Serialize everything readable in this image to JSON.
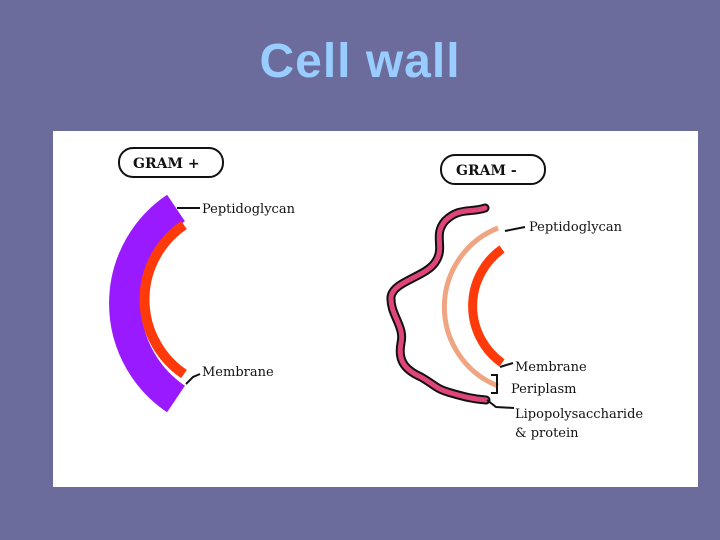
{
  "slide": {
    "title": "Cell wall"
  },
  "gram_positive": {
    "heading": "GRAM +",
    "labels": {
      "peptidoglycan": "Peptidoglycan",
      "membrane": "Membrane"
    }
  },
  "gram_negative": {
    "heading": "GRAM -",
    "labels": {
      "peptidoglycan": "Peptidoglycan",
      "membrane": "Membrane",
      "periplasm": "Periplasm",
      "lps_line1": "Lipopolysaccharide",
      "lps_line2": "& protein"
    }
  },
  "colors": {
    "background": "#6b6b9c",
    "title": "#99ccff",
    "panel": "#ffffff",
    "gram_pos_peptidoglycan": "#9a1aff",
    "membrane": "#ff3a0a",
    "gram_neg_peptidoglycan": "#f0a582",
    "lps_fill": "#e0457a",
    "outline": "#111111"
  }
}
